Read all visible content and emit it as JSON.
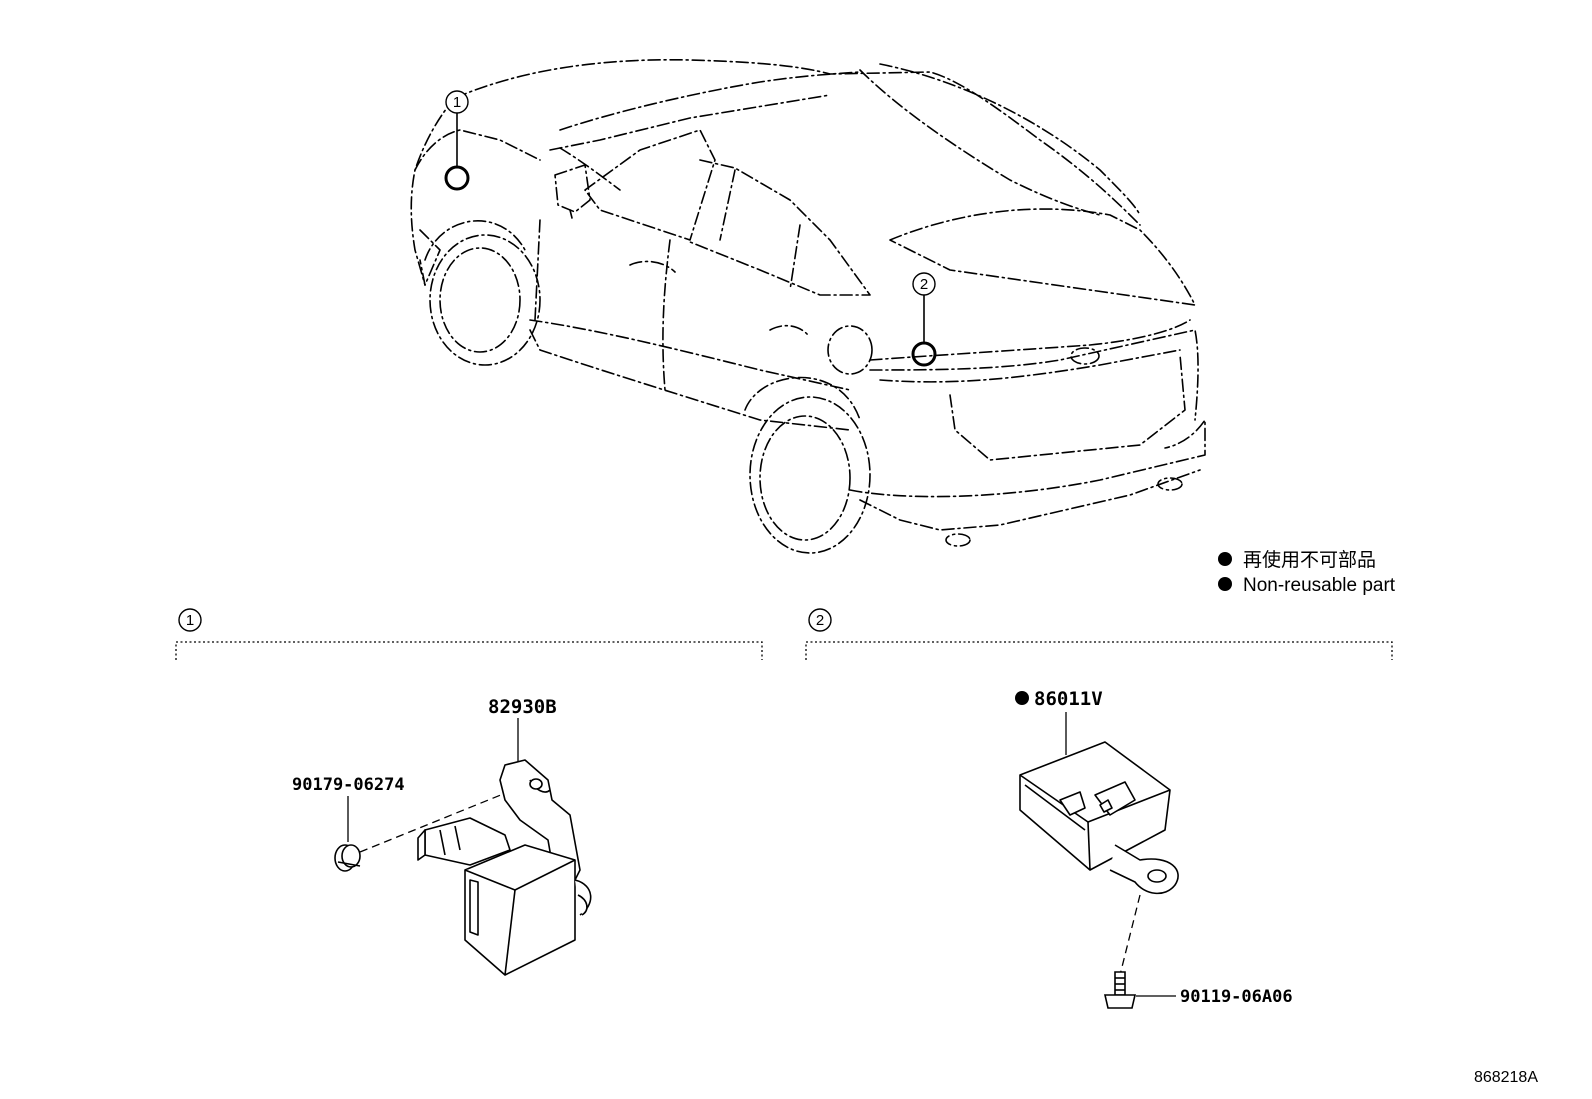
{
  "callouts": {
    "c1": "1",
    "c2": "2"
  },
  "legend": {
    "line_jp": "再使用不可部品",
    "line_en": "Non-reusable part",
    "marker": "filled-dot-icon"
  },
  "section1": {
    "label": "1",
    "parts": {
      "main": "82930B",
      "clip": "90179-06274"
    }
  },
  "section2": {
    "label": "2",
    "parts": {
      "main": "86011V",
      "main_non_reusable": true,
      "bolt": "90119-06A06"
    }
  },
  "ref_code": "868218A"
}
